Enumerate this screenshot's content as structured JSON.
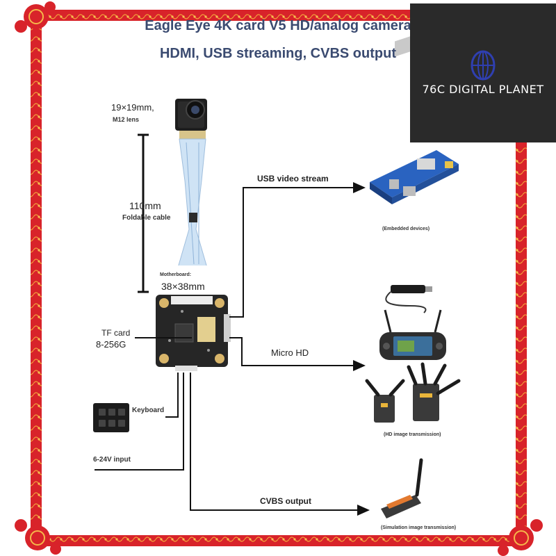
{
  "title": {
    "line1": "Eagle Eye 4K card V5 HD/analog camera",
    "line2": "HDMI, USB streaming, CVBS output"
  },
  "brand": {
    "name": "76C DIGITAL PLANET",
    "icon": "globe-logo-icon"
  },
  "camera": {
    "size": "19×19mm,",
    "lens": "M12 lens"
  },
  "cable": {
    "length": "110mm",
    "type": "Foldable cable"
  },
  "motherboard": {
    "label": "Motherboard:",
    "size": "38×38mm"
  },
  "tf_card": {
    "label": "TF card",
    "range": "8-256G"
  },
  "inputs": {
    "keyboard": "Keyboard",
    "power": "6-24V input"
  },
  "outputs": {
    "usb": {
      "label": "USB video stream",
      "device": "(Embedded devices)"
    },
    "hdmi": {
      "label": "Micro HD",
      "device": "(HD image transmission)"
    },
    "cvbs": {
      "label": "CVBS output",
      "device": "(Simulation image transmission)"
    }
  },
  "colors": {
    "border_red": "#d8232a",
    "accent_gold": "#e9b53a",
    "title_navy": "#3a4a70",
    "board_dark": "#2a2a2a",
    "device_blue": "#2a63c0",
    "brand_logo": "#2f3fb0"
  }
}
